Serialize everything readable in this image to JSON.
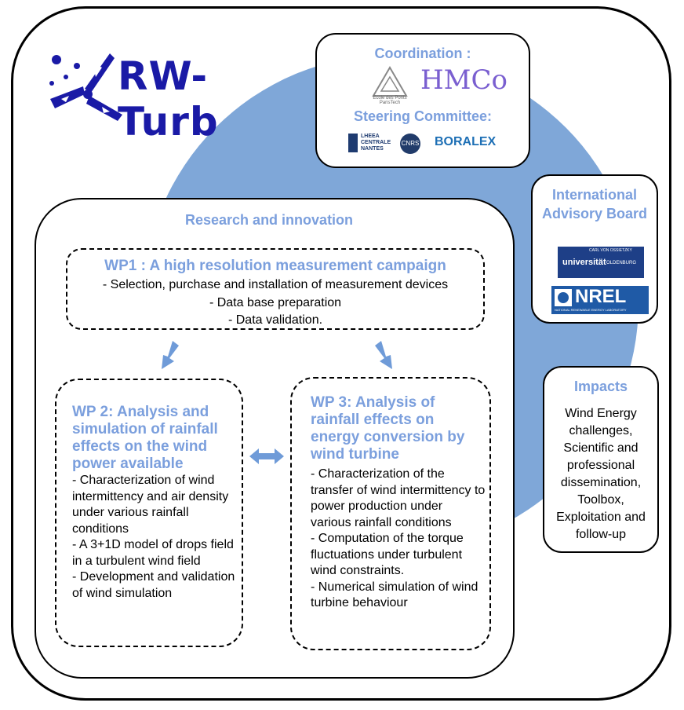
{
  "logo": {
    "text": "RW-Turb"
  },
  "coordination": {
    "title": "Coordination :",
    "logos": [
      "Ecole des Ponts ParisTech",
      "HMCo"
    ],
    "steering_title": "Steering Committee:",
    "steering_logos": [
      "LHEEA CENTRALE NANTES",
      "CNRS",
      "BORALEX"
    ]
  },
  "advisory": {
    "title": "International Advisory Board",
    "logos": [
      {
        "line1": "CARL VON OSSIETZKY",
        "line2": "universität",
        "line3": "OLDENBURG"
      },
      {
        "name": "NREL",
        "sub": "NATIONAL RENEWABLE ENERGY LABORATORY"
      }
    ]
  },
  "impacts": {
    "title": "Impacts",
    "body": "Wind Energy challenges, Scientific and professional dissemination, Toolbox, Exploitation and follow-up"
  },
  "research": {
    "title": "Research and innovation"
  },
  "wp1": {
    "title": "WP1 : A high resolution measurement campaign",
    "lines": [
      "- Selection, purchase and installation of measurement devices",
      "- Data base preparation",
      "- Data validation."
    ]
  },
  "wp2": {
    "title": "WP 2: Analysis and simulation of rainfall effects on the wind power available",
    "lines": [
      "- Characterization of wind intermittency and air density under various rainfall conditions",
      "-  A 3+1D model of drops field in a turbulent wind field",
      "-  Development and validation of wind simulation"
    ]
  },
  "wp3": {
    "title": "WP 3: Analysis of rainfall effects on energy conversion by wind turbine",
    "lines": [
      "- Characterization of the transfer of wind intermittency to power production under various rainfall conditions",
      "- Computation of the torque fluctuations under turbulent wind constraints.",
      "- Numerical simulation of wind turbine behaviour"
    ]
  },
  "colors": {
    "accent": "#7b9fdd",
    "circle": "#7fa7d8",
    "arrow": "#6f9bd8",
    "logo_blue": "#1a1aa6"
  }
}
